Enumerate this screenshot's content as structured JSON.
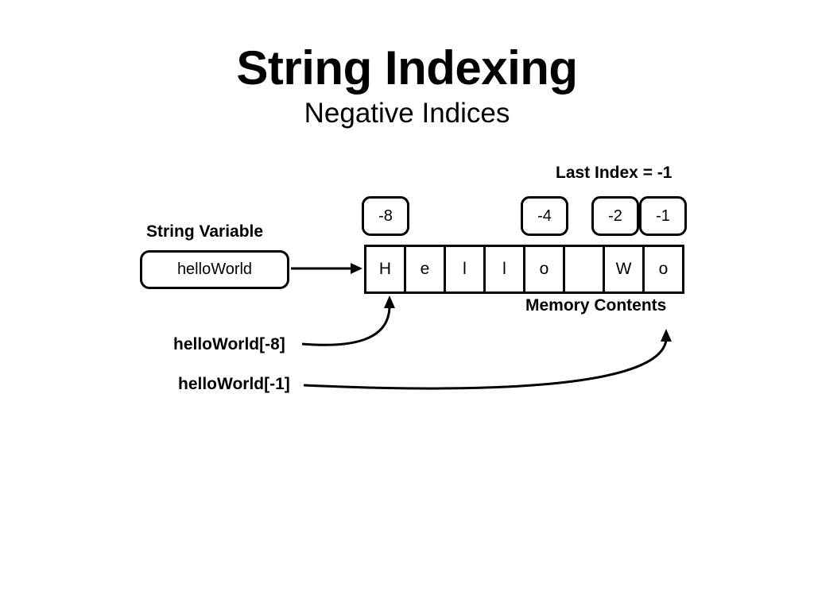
{
  "title": "String Indexing",
  "subtitle": "Negative Indices",
  "last_index_label": "Last Index = -1",
  "string_variable_label": "String Variable",
  "variable_name": "helloWorld",
  "memory_label": "Memory Contents",
  "memory_cells": [
    "H",
    "e",
    "l",
    "l",
    "o",
    "",
    "W",
    "o"
  ],
  "index_labels": [
    "-8",
    "-4",
    "-2",
    "-1"
  ],
  "access_expressions": [
    "helloWorld[-8]",
    "helloWorld[-1]"
  ]
}
